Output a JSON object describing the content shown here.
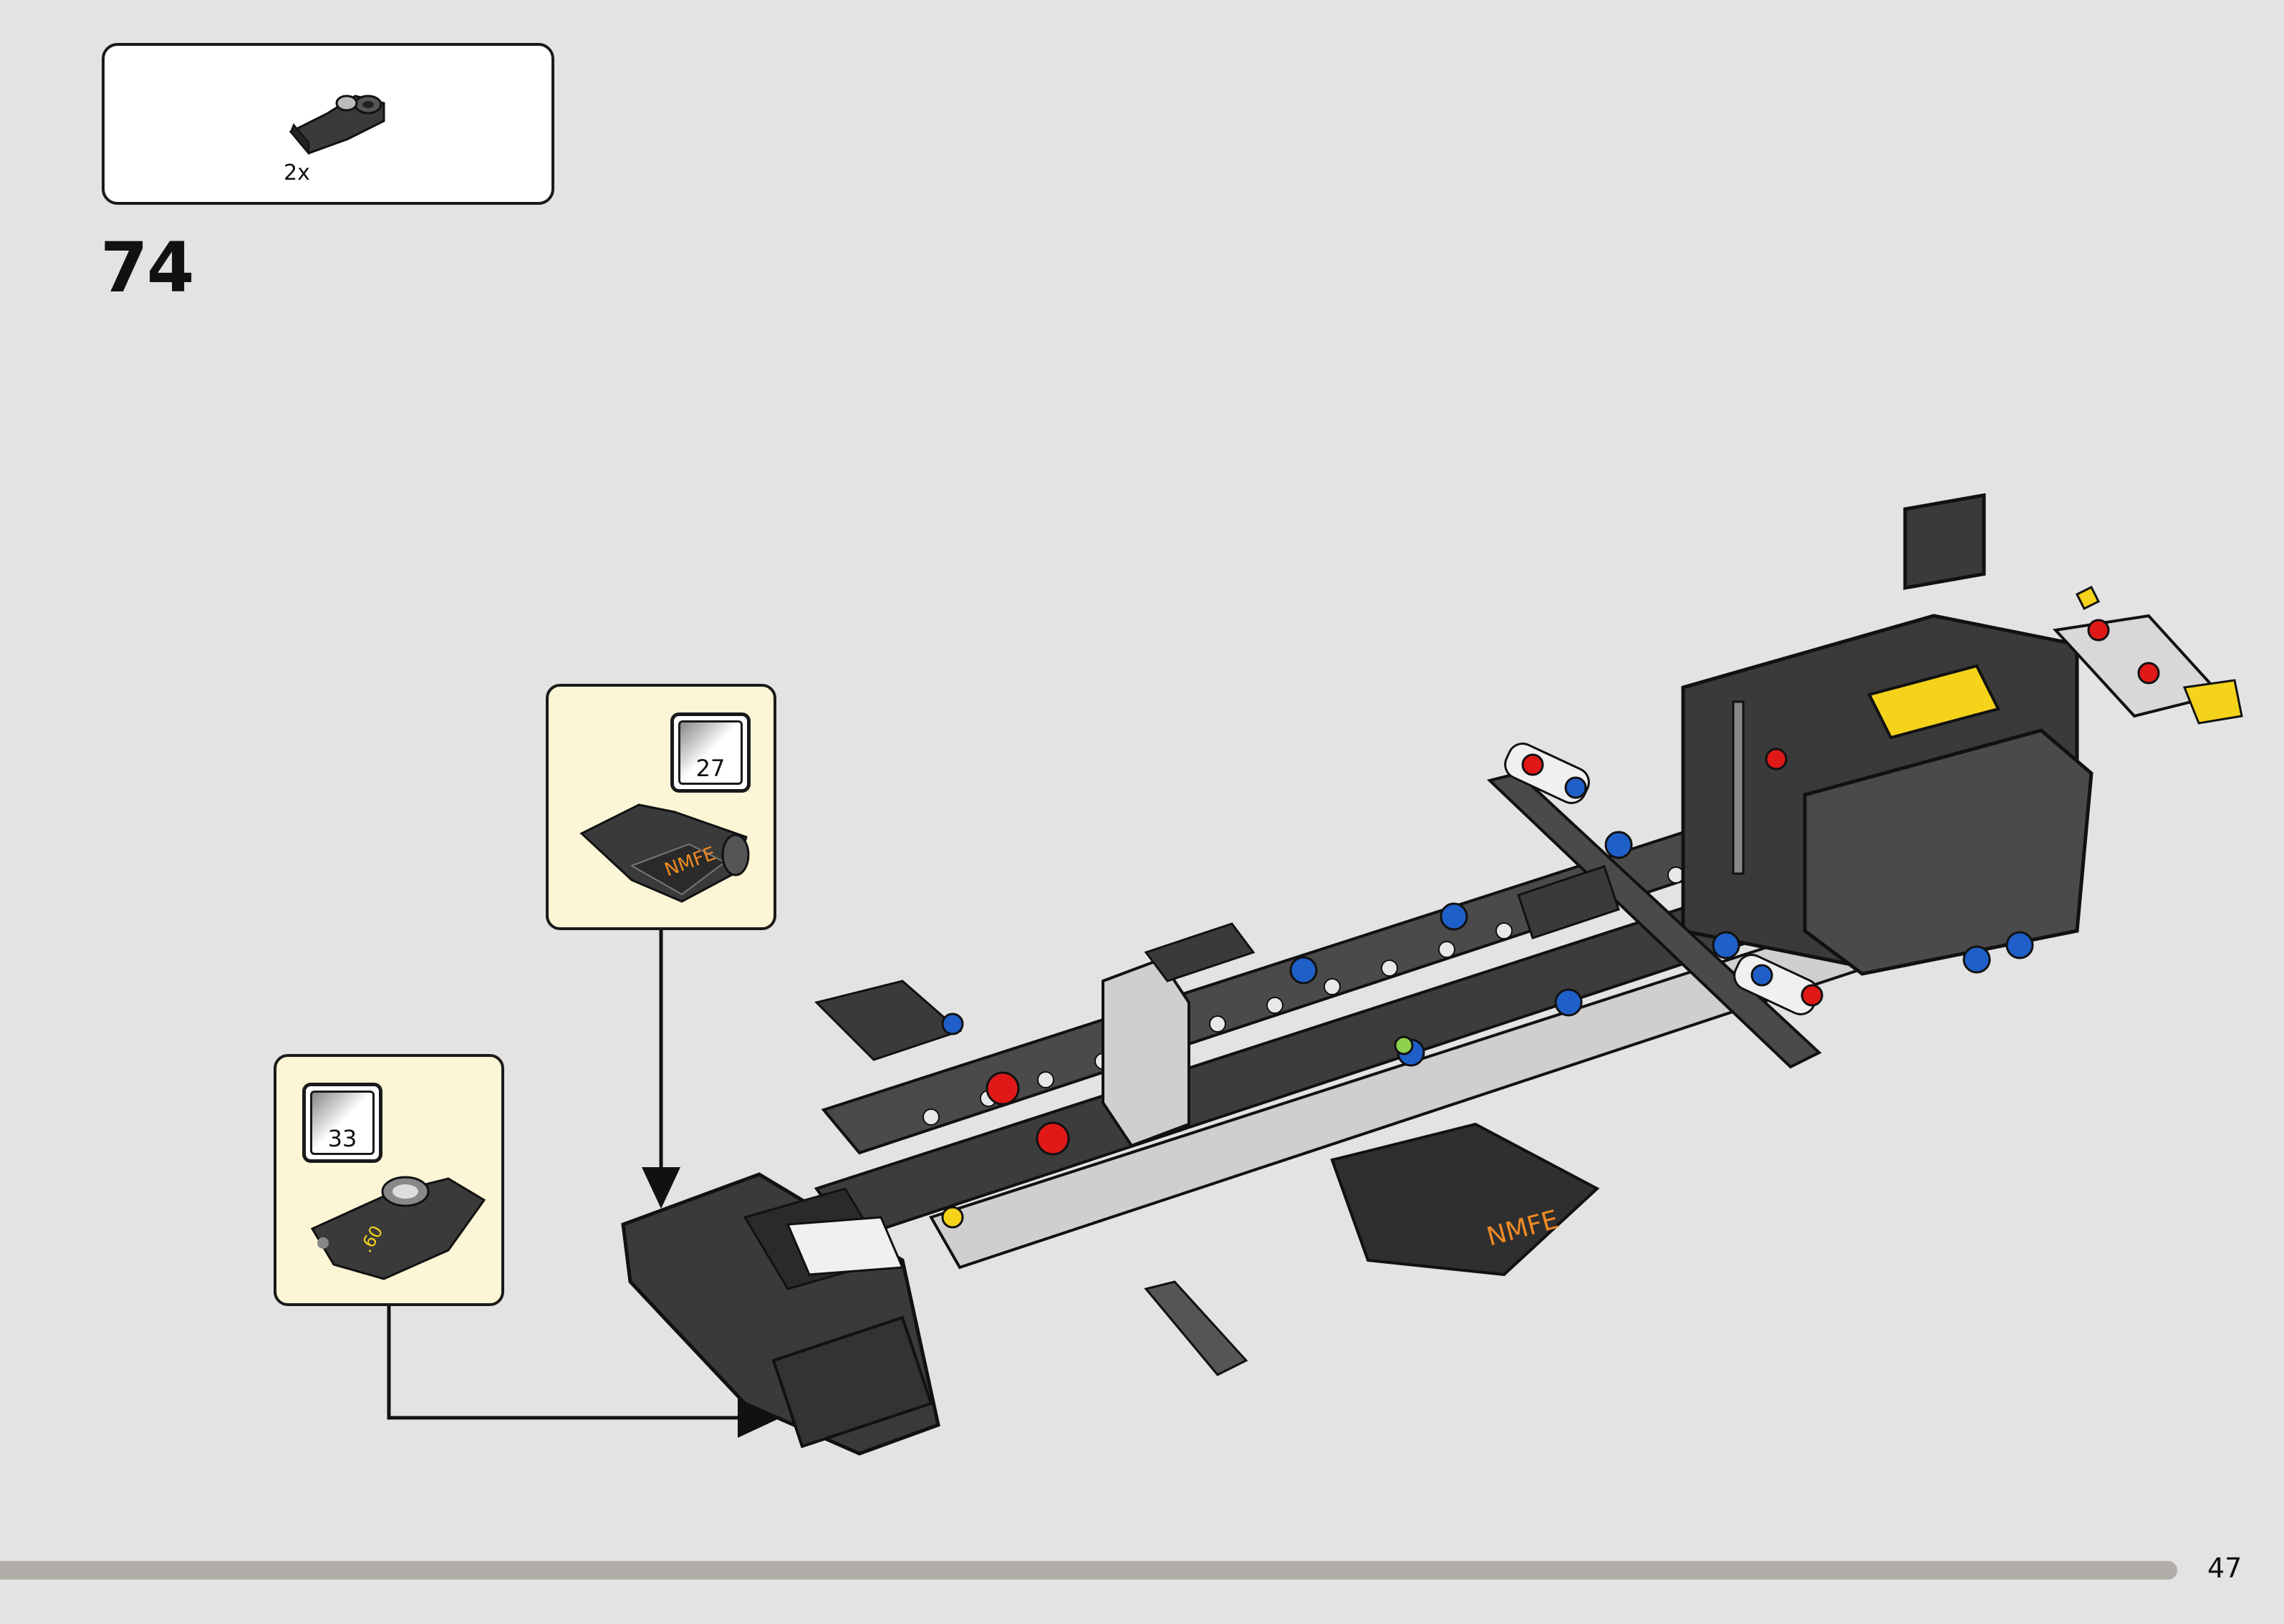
{
  "parts_list": {
    "quantity": "2x",
    "part_icon": "technic-connector-part-icon"
  },
  "step": {
    "number": "74"
  },
  "callouts": [
    {
      "sticker_number": "27",
      "sticker_text": "NMFE"
    },
    {
      "sticker_number": "33",
      "sticker_text": ".60"
    }
  ],
  "model": {
    "decal_text": "NMFE"
  },
  "page": {
    "number": "47"
  },
  "colors": {
    "background": "#e3e3e3",
    "callout_fill": "#fdf6d6",
    "progress_bar": "#b1ada8",
    "dark_part": "#3a3a3a",
    "light_part": "#d8d8d8",
    "accent_red": "#e01818",
    "accent_blue": "#1f5fc8",
    "accent_yellow": "#f5d31a"
  }
}
